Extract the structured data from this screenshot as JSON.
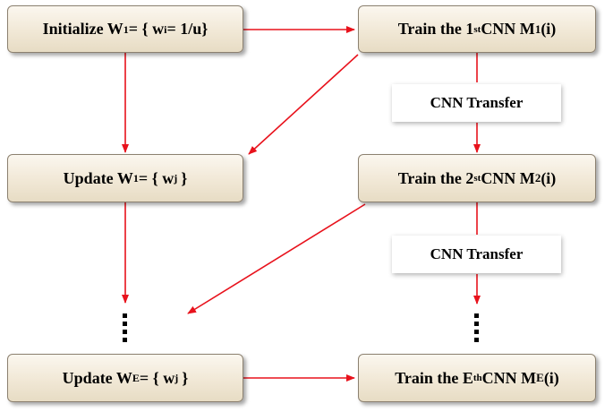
{
  "nodes": {
    "init": {
      "prefix": "Initialize W",
      "sub": "1",
      "mid": "= { w",
      "sub2": "i",
      "suffix": " = 1/u}"
    },
    "update1": {
      "prefix": "Update W",
      "sub": "1",
      "mid": "= { w",
      "sub2": "j",
      "suffix": "}"
    },
    "updateE": {
      "prefix": "Update W",
      "sub": "E",
      "mid": " = { w",
      "sub2": "j",
      "suffix": "}"
    },
    "train1": {
      "prefix": "Train the 1",
      "sup": "st",
      "mid": " CNN M",
      "sup2": "1",
      "suffix": " (i)"
    },
    "train2": {
      "prefix": "Train the 2",
      "sup": "st",
      "mid": " CNN M",
      "sup2": "2",
      "suffix": " (i)"
    },
    "trainE": {
      "prefix": "Train the E",
      "sup": "th",
      "mid": " CNN M",
      "sup2": "E",
      "suffix": " (i)"
    }
  },
  "transfer_labels": [
    "CNN Transfer",
    "CNN Transfer"
  ],
  "colors": {
    "arrow": "#e8121c",
    "node_border": "#8c8170",
    "node_fill": "#f1e8d6"
  }
}
